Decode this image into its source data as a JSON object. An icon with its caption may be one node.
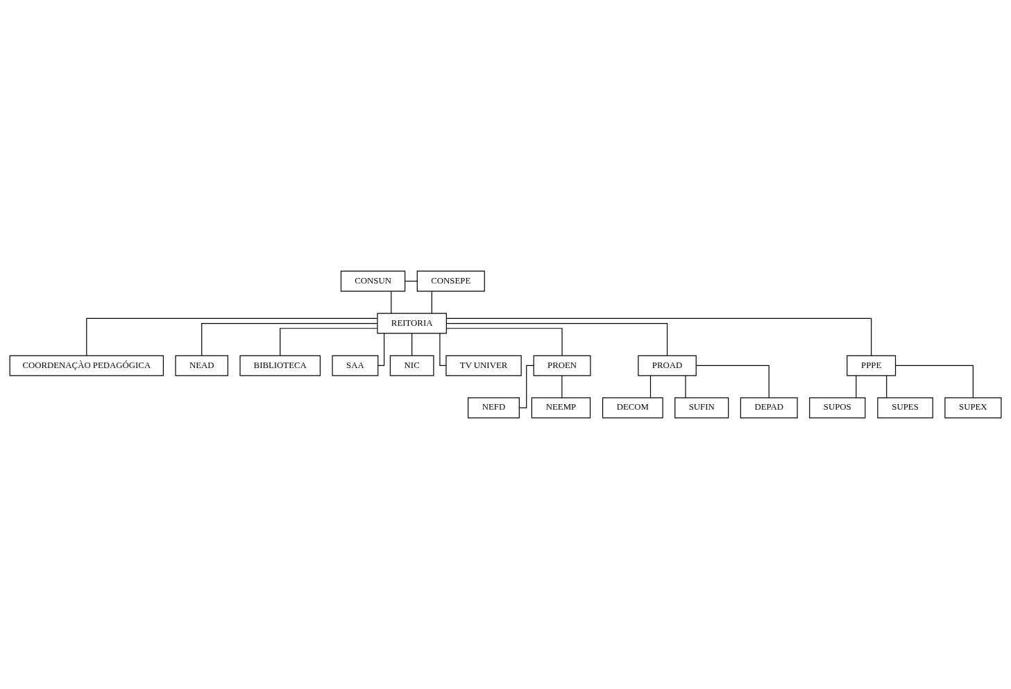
{
  "diagram": {
    "nodes": [
      {
        "text": [
          "CONSUN"
        ]
      },
      {
        "text": [
          "CONSEPE"
        ]
      },
      {
        "text": [
          "REITORIA"
        ]
      },
      {
        "text": [
          "COORDENAÇÀO PEDAGÓGICA"
        ]
      },
      {
        "text": [
          "NEAD"
        ]
      },
      {
        "text": [
          "BIBLIOTECA"
        ]
      },
      {
        "text": [
          "SAA"
        ]
      },
      {
        "text": [
          "NIC"
        ]
      },
      {
        "text": [
          "TV UNIVER"
        ]
      },
      {
        "text": [
          "PROEN"
        ]
      },
      {
        "text": [
          "PROAD"
        ]
      },
      {
        "text": [
          "PPPE"
        ]
      },
      {
        "text": [
          "NEFD"
        ]
      },
      {
        "text": [
          "NEEMP"
        ]
      },
      {
        "text": [
          "DECOM"
        ]
      },
      {
        "text": [
          "SUFIN"
        ]
      },
      {
        "text": [
          "DEPAD"
        ]
      },
      {
        "text": [
          "SUPOS"
        ]
      },
      {
        "text": [
          "SUPES"
        ]
      },
      {
        "text": [
          "SUPEX"
        ]
      }
    ],
    "edges": [
      {
        "from": 0,
        "to": 1,
        "arrow": "none"
      },
      {
        "from": 0,
        "to": 2,
        "arrow": "none"
      },
      {
        "from": 1,
        "to": 2,
        "arrow": "none"
      },
      {
        "from": 2,
        "to": 3,
        "arrow": "none"
      },
      {
        "from": 2,
        "to": 4,
        "arrow": "none"
      },
      {
        "from": 2,
        "to": 5,
        "arrow": "none"
      },
      {
        "from": 2,
        "to": 6,
        "arrow": "none"
      },
      {
        "from": 2,
        "to": 7,
        "arrow": "none"
      },
      {
        "from": 2,
        "to": 8,
        "arrow": "none"
      },
      {
        "from": 2,
        "to": 9,
        "arrow": "none"
      },
      {
        "from": 2,
        "to": 10,
        "arrow": "none"
      },
      {
        "from": 2,
        "to": 11,
        "arrow": "none"
      },
      {
        "from": 9,
        "to": 12,
        "arrow": "none"
      },
      {
        "from": 9,
        "to": 13,
        "arrow": "none"
      },
      {
        "from": 10,
        "to": 14,
        "arrow": "none"
      },
      {
        "from": 10,
        "to": 15,
        "arrow": "none"
      },
      {
        "from": 10,
        "to": 16,
        "arrow": "none"
      },
      {
        "from": 11,
        "to": 17,
        "arrow": "none"
      },
      {
        "from": 11,
        "to": 18,
        "arrow": "none"
      },
      {
        "from": 11,
        "to": 19,
        "arrow": "none"
      }
    ]
  }
}
